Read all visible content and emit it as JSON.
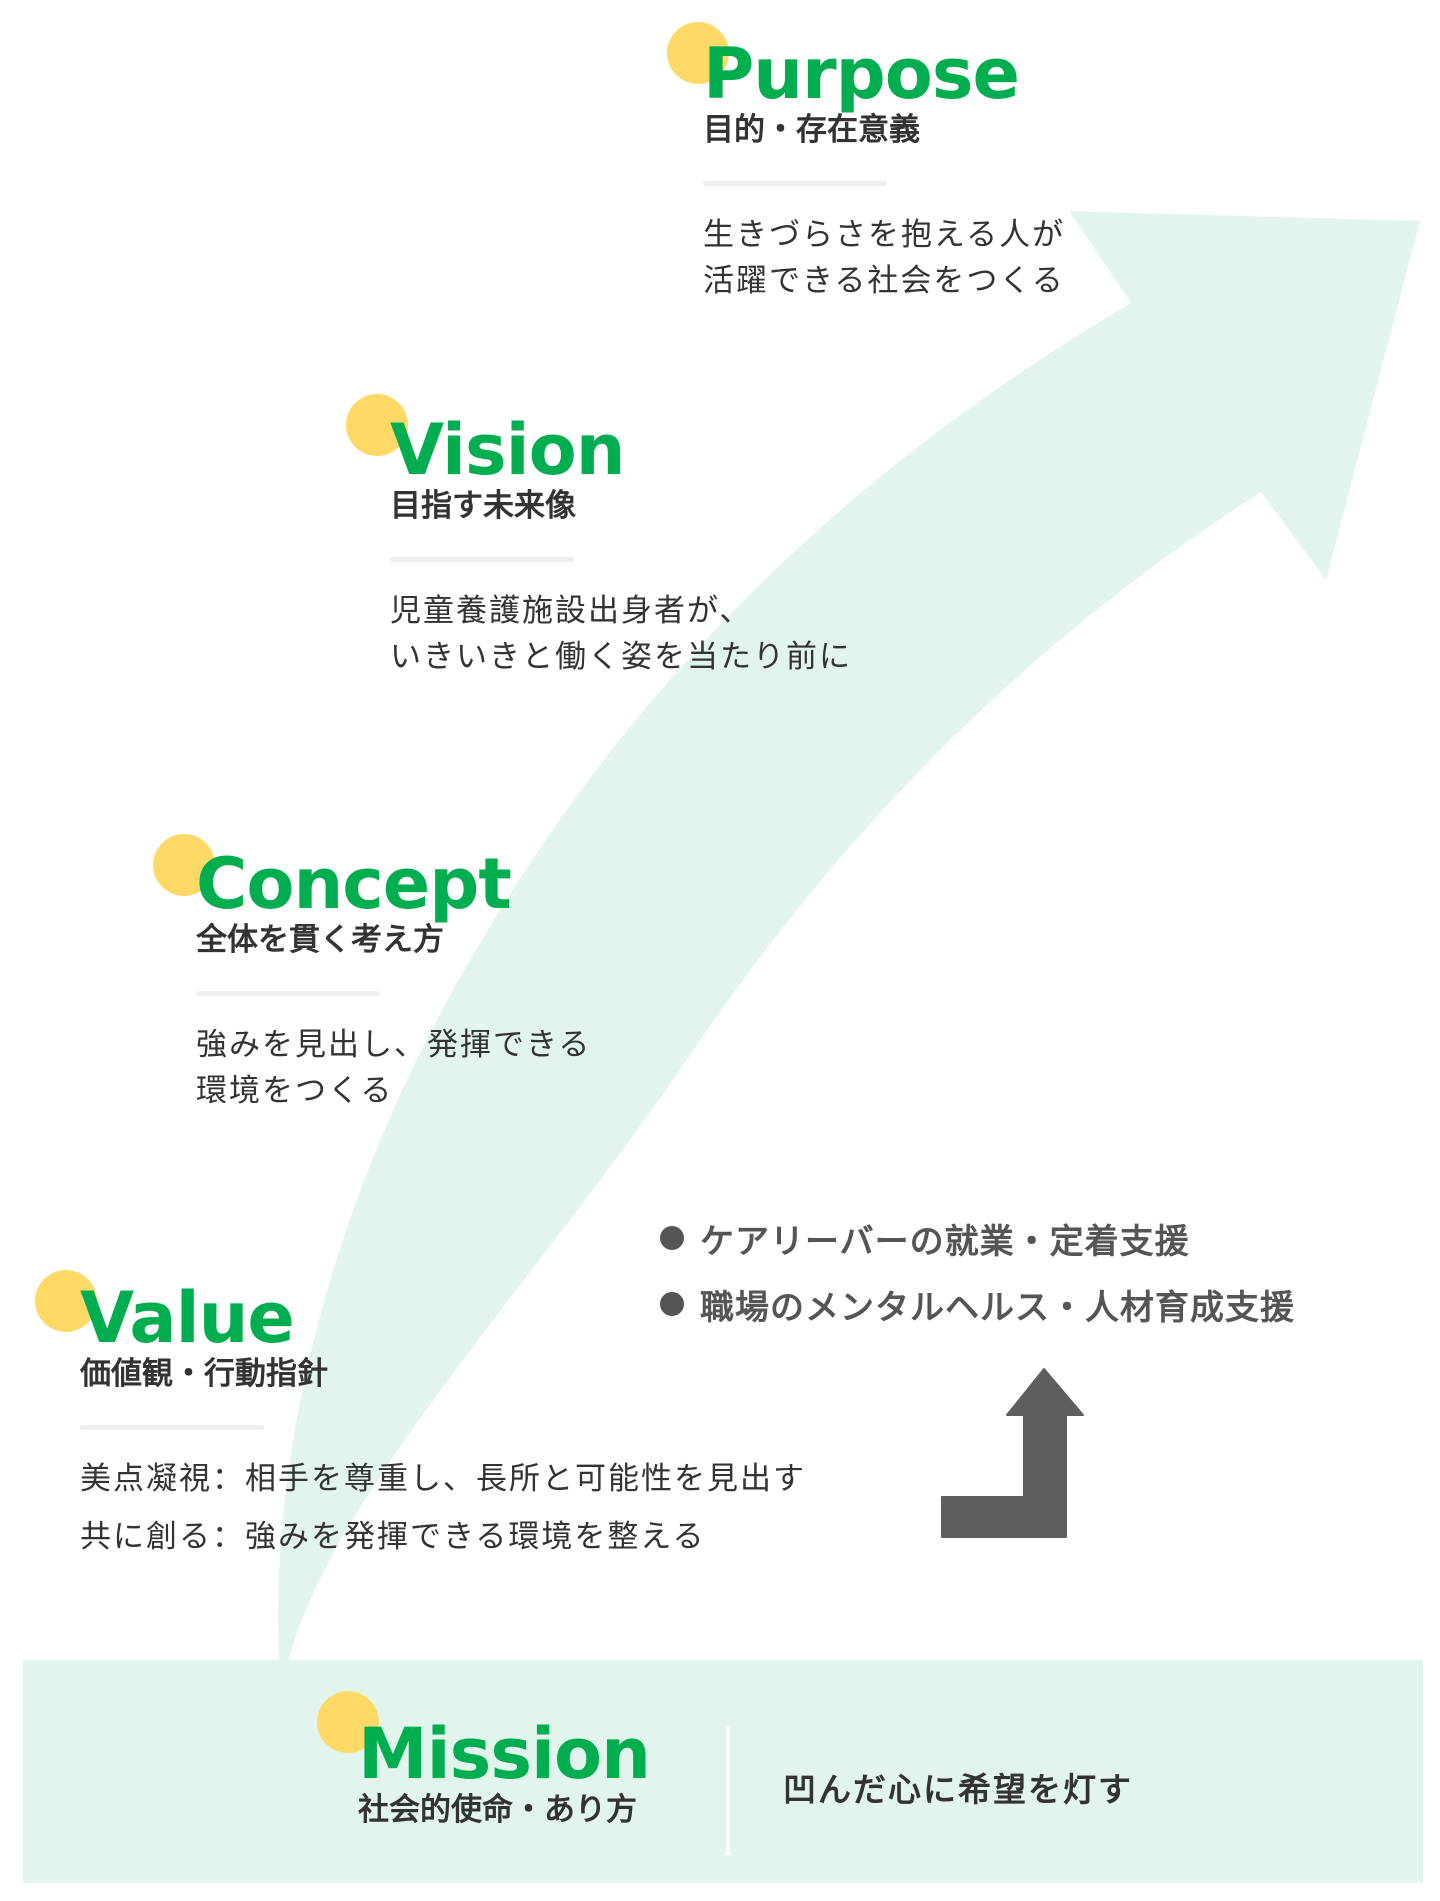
{
  "colors": {
    "title_green": "#00ae4f",
    "dot_yellow": "#ffd966",
    "arrow_mint": "#e2f5ec",
    "mission_bg": "#e2f5ec",
    "text_dark": "#333333",
    "bullet_gray": "#555555",
    "turn_arrow_gray": "#5e5e5e",
    "rule_gray": "#eeeeee"
  },
  "purpose": {
    "title": "Purpose",
    "subtitle": "目的・存在意義",
    "body": [
      "生きづらさを抱える人が",
      "活躍できる社会をつくる"
    ]
  },
  "vision": {
    "title": "Vision",
    "subtitle": "目指す未来像",
    "body": [
      "児童養護施設出身者が、",
      "いきいきと働く姿を当たり前に"
    ]
  },
  "concept": {
    "title": "Concept",
    "subtitle": "全体を貫く考え方",
    "body": [
      "強みを見出し、発揮できる",
      "環境をつくる"
    ]
  },
  "value": {
    "title": "Value",
    "subtitle": "価値観・行動指針",
    "body": [
      "美点凝視：相手を尊重し、長所と可能性を見出す",
      "共に創る：強みを発揮できる環境を整える"
    ]
  },
  "services": {
    "items": [
      "ケアリーバーの就業・定着支援",
      "職場のメンタルヘルス・人材育成支援"
    ],
    "bullet_icon": "filled-circle",
    "arrow_icon": "turn-up-arrow"
  },
  "mission": {
    "title": "Mission",
    "subtitle": "社会的使命・あり方",
    "statement": "凹んだ心に希望を灯す"
  },
  "background": {
    "arrow_icon": "rising-curved-arrow"
  }
}
